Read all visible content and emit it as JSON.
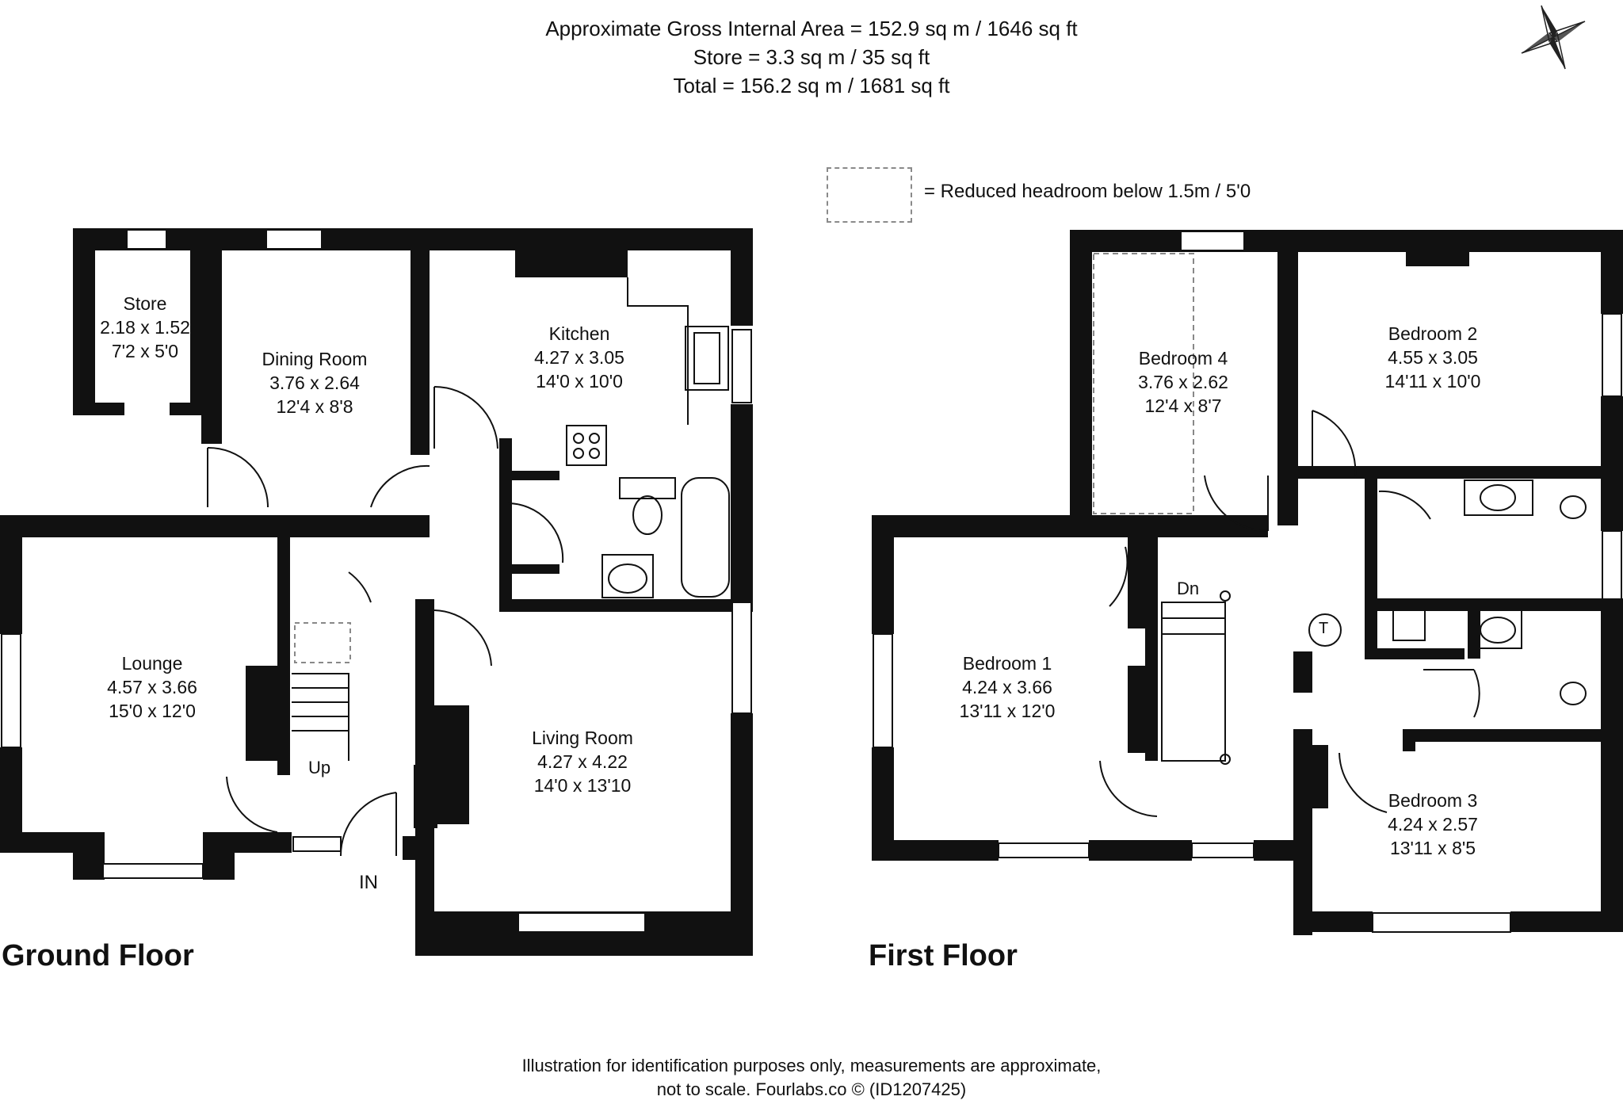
{
  "header": {
    "area_line": "Approximate Gross Internal Area = 152.9 sq m / 1646 sq ft",
    "store_line": "Store = 3.3 sq m / 35 sq ft",
    "total_line": "Total = 156.2 sq m / 1681 sq ft"
  },
  "legend": {
    "text": "= Reduced headroom below 1.5m / 5'0"
  },
  "ground_floor": {
    "title": "Ground Floor",
    "rooms": {
      "store": {
        "name": "Store",
        "metric": "2.18 x 1.52",
        "imperial": "7'2 x 5'0"
      },
      "dining": {
        "name": "Dining Room",
        "metric": "3.76 x 2.64",
        "imperial": "12'4 x 8'8"
      },
      "kitchen": {
        "name": "Kitchen",
        "metric": "4.27 x 3.05",
        "imperial": "14'0 x 10'0"
      },
      "lounge": {
        "name": "Lounge",
        "metric": "4.57 x 3.66",
        "imperial": "15'0 x 12'0"
      },
      "living": {
        "name": "Living Room",
        "metric": "4.27 x 4.22",
        "imperial": "14'0 x 13'10"
      }
    },
    "up_label": "Up",
    "in_label": "IN"
  },
  "first_floor": {
    "title": "First Floor",
    "rooms": {
      "bed4": {
        "name": "Bedroom 4",
        "metric": "3.76 x 2.62",
        "imperial": "12'4 x 8'7"
      },
      "bed2": {
        "name": "Bedroom 2",
        "metric": "4.55 x 3.05",
        "imperial": "14'11 x 10'0"
      },
      "bed1": {
        "name": "Bedroom 1",
        "metric": "4.24 x 3.66",
        "imperial": "13'11 x 12'0"
      },
      "bed3": {
        "name": "Bedroom 3",
        "metric": "4.24 x 2.57",
        "imperial": "13'11 x 8'5"
      }
    },
    "dn_label": "Dn",
    "tank_label": "T"
  },
  "footer": {
    "line1": "Illustration for identification purposes only, measurements are approximate,",
    "line2": "not to scale. Fourlabs.co © (ID1207425)"
  }
}
